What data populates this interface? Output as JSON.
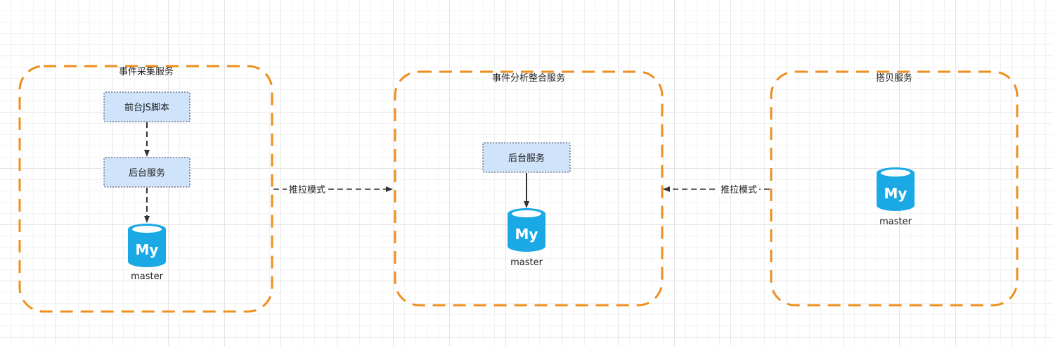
{
  "colors": {
    "container_border": "#ee8f1e",
    "node_fill": "#cfe4fb",
    "node_border": "#3a3f5c",
    "arrow": "#333333",
    "db_blue": "#1ba9e6"
  },
  "containers": [
    {
      "title": "事件采集服务"
    },
    {
      "title": "事件分析整合服务"
    },
    {
      "title": "搭贝服务"
    }
  ],
  "nodes": {
    "frontend_js": "前台JS脚本",
    "backend_left": "后台服务",
    "backend_middle": "后台服务"
  },
  "databases": [
    {
      "icon": "mysql-icon",
      "glyph": "My",
      "caption": "master"
    },
    {
      "icon": "mysql-icon",
      "glyph": "My",
      "caption": "master"
    },
    {
      "icon": "mysql-icon",
      "glyph": "My",
      "caption": "master"
    }
  ],
  "edges": {
    "left_to_middle": "推拉模式",
    "right_to_middle": "推拉模式"
  }
}
